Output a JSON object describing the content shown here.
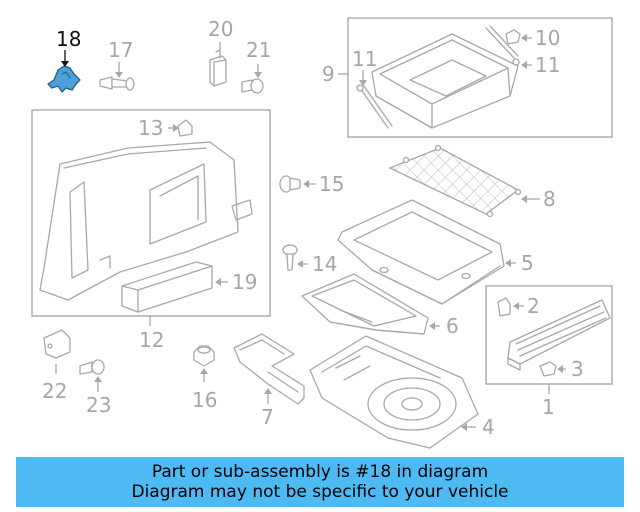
{
  "callouts": {
    "c1": "1",
    "c2": "2",
    "c3": "3",
    "c4": "4",
    "c5": "5",
    "c6": "6",
    "c7": "7",
    "c8": "8",
    "c9": "9",
    "c10": "10",
    "c11a": "11",
    "c11b": "11",
    "c12": "12",
    "c13": "13",
    "c14": "14",
    "c15": "15",
    "c16": "16",
    "c17": "17",
    "c18": "18",
    "c19": "19",
    "c20": "20",
    "c21": "21",
    "c22": "22",
    "c23": "23"
  },
  "highlight": {
    "part": "18",
    "color": "#4e9fd6"
  },
  "banner": {
    "line1": "Part or sub-assembly is #18 in diagram",
    "line2": "Diagram may not be specific to your vehicle",
    "color": "#4ebaf4"
  }
}
